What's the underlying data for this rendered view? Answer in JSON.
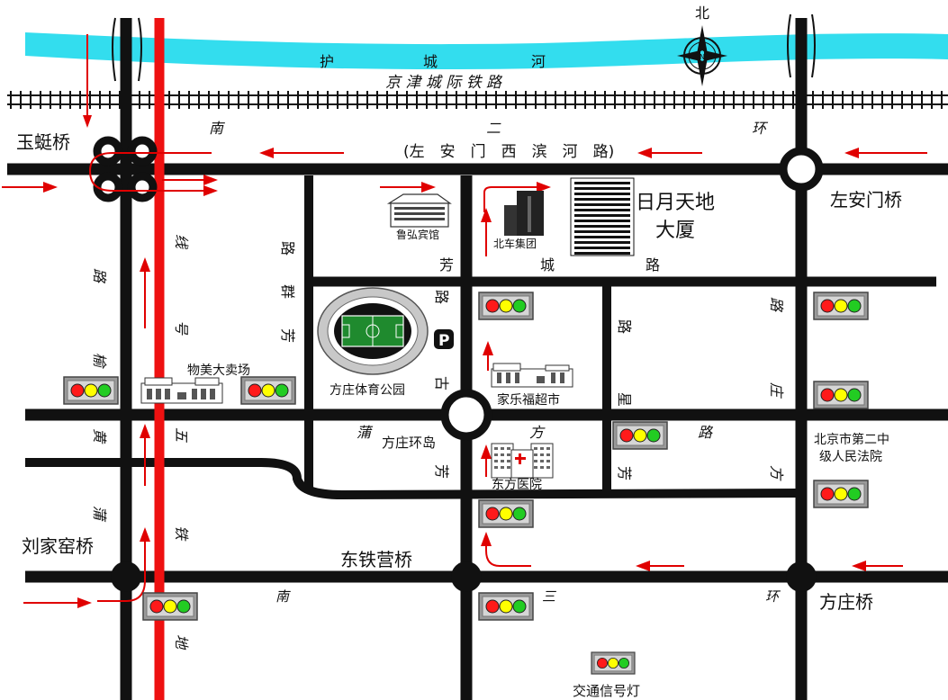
{
  "river": {
    "label_1": "护",
    "label_2": "城",
    "label_3": "河",
    "color": "#33ddee"
  },
  "railway": {
    "label": "京 津 城 际 铁 路"
  },
  "compass": {
    "label": "北",
    "n_mark": "N"
  },
  "roads": {
    "nanerhuan_1": "南",
    "nanerhuan_2": "二",
    "nanerhuan_3": "环",
    "zuoan_west": "(左　安　门　西　滨　河　路)",
    "fangcheng_1": "芳",
    "fangcheng_2": "城",
    "fangcheng_3": "路",
    "fangqun_1": "芳",
    "fangqun_2": "群",
    "fangqun_3": "路",
    "fanggu_1": "古",
    "fanggu_2": "路",
    "fanggu_3": "芳",
    "fangxing_1": "芳",
    "fangxing_2": "星",
    "fangxing_3": "路",
    "puhuang_1": "蒲",
    "puhuang_2": "方",
    "puhuang_3": "路",
    "fangzhuang_1": "方",
    "fangzhuang_2": "庄",
    "fangzhuang_3": "路",
    "puhuangyu_1": "蒲",
    "puhuangyu_2": "黄",
    "puhuangyu_3": "榆",
    "puhuangyu_4": "路",
    "subway_1": "地",
    "subway_2": "铁",
    "subway_3": "五",
    "subway_4": "号",
    "subway_5": "线",
    "nansanhuan_1": "南",
    "nansanhuan_2": "三",
    "nansanhuan_3": "环"
  },
  "places": {
    "yuting_bridge": "玉蜓桥",
    "zuoanmen_bridge": "左安门桥",
    "liujiayao_bridge": "刘家窑桥",
    "dongtieying_bridge": "东铁营桥",
    "fangzhuang_bridge": "方庄桥",
    "fangzhuang_roundabout": "方庄环岛",
    "luhong_hotel": "鲁弘宾馆",
    "beiche_group": "北车集团",
    "riyue_1": "日月天地",
    "riyue_2": "大厦",
    "stadium": "方庄体育公园",
    "parking": "P",
    "carrefour": "家乐福超市",
    "wumei": "物美大卖场",
    "hospital": "东方医院",
    "court_1": "北京市第二中",
    "court_2": "级人民法院"
  },
  "legend": {
    "traffic_light_label": "交通信号灯"
  },
  "colors": {
    "road": "#111111",
    "subway": "#ee1111",
    "arrow": "#e00000",
    "light_red": "#ff1a1a",
    "light_yellow": "#ffff00",
    "light_green": "#22cc22",
    "field": "#1f8a2e",
    "stadium_ring": "#c8c8c8"
  }
}
